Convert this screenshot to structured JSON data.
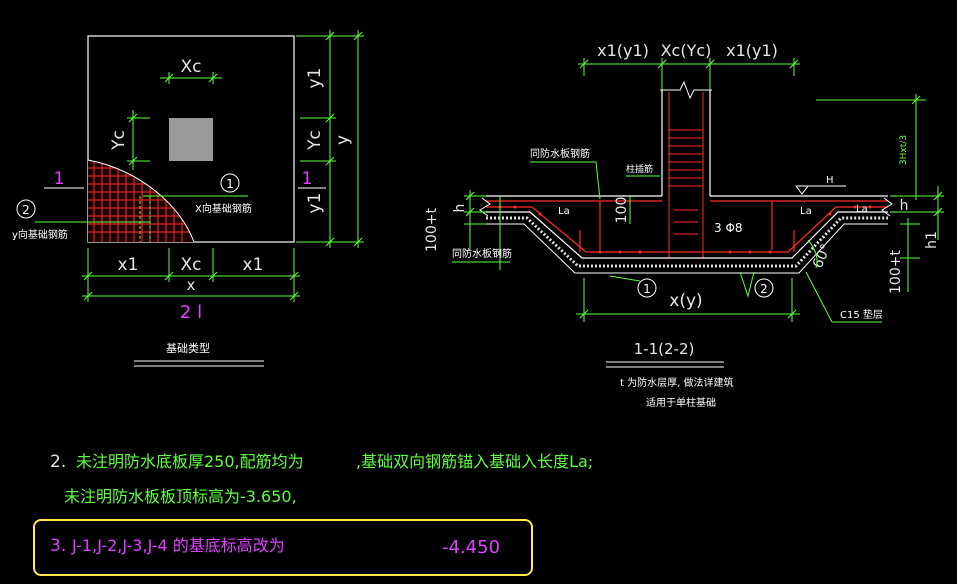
{
  "left_view": {
    "dim_xc_top": "Xc",
    "dim_yc_left": "Yc",
    "dim_y1_top": "y1",
    "dim_yc_right": "Yc",
    "dim_y": "y",
    "dim_y1_bottom": "y1",
    "dim_x1_left": "x1",
    "dim_xc_bottom": "Xc",
    "dim_x1_right": "x1",
    "dim_x": "x",
    "section_mark": "1",
    "section_mark_right": "1",
    "label_2l": "2 l",
    "bubble_x": "1",
    "bubble_y": "2",
    "x_rebar_label": "X向基础钢筋",
    "y_rebar_label": "y向基础钢筋",
    "title": "基础类型"
  },
  "right_view": {
    "dim_top": [
      "x1(y1)",
      "Xc(Yc)",
      "x1(y1)"
    ],
    "label_same_rebar_1": "同防水板钢筋",
    "label_column_rebar": "柱插筋",
    "label_same_rebar_2": "同防水板钢筋",
    "label_h_left": "h",
    "label_100t_left": "100+t",
    "label_100_mid": "100",
    "label_la_1": "La",
    "label_la_2": "La",
    "label_la_3": "La",
    "label_3phi8": "3 Φ8",
    "label_water_h": "H",
    "label_h_right": "h",
    "label_h1": "h1",
    "label_100t_right": "100+t",
    "label_right_vertical": "3Hxt/3",
    "label_angle": "60°",
    "bubble_1": "1",
    "bubble_2": "2",
    "dim_xy": "x(y)",
    "label_c15": "C15 垫层",
    "section_title": "1-1(2-2)",
    "note_line1": "t 为防水层厚, 做法详建筑",
    "note_line2": "适用于单柱基础"
  },
  "notes": {
    "n2_num": "2.",
    "n2_text_a": "未注明防水底板厚250,配筋均为",
    "n2_text_b": ",基础双向钢筋锚入基础入长度La;",
    "n2_line2": "未注明防水板板顶标高为-3.650,",
    "n3_num": "3.",
    "n3_text": "J-1,J-2,J-3,J-4 的基底标高改为",
    "n3_value": "-4.450"
  },
  "colors": {
    "background": "#000000",
    "dimension_green": "#5dff3f",
    "rebar_red": "#ff2a2a",
    "outline_white": "#ffffff",
    "marker_magenta": "#e040ff",
    "highlight_yellow": "#ffe94a",
    "column_gray": "#9a9a9a"
  }
}
